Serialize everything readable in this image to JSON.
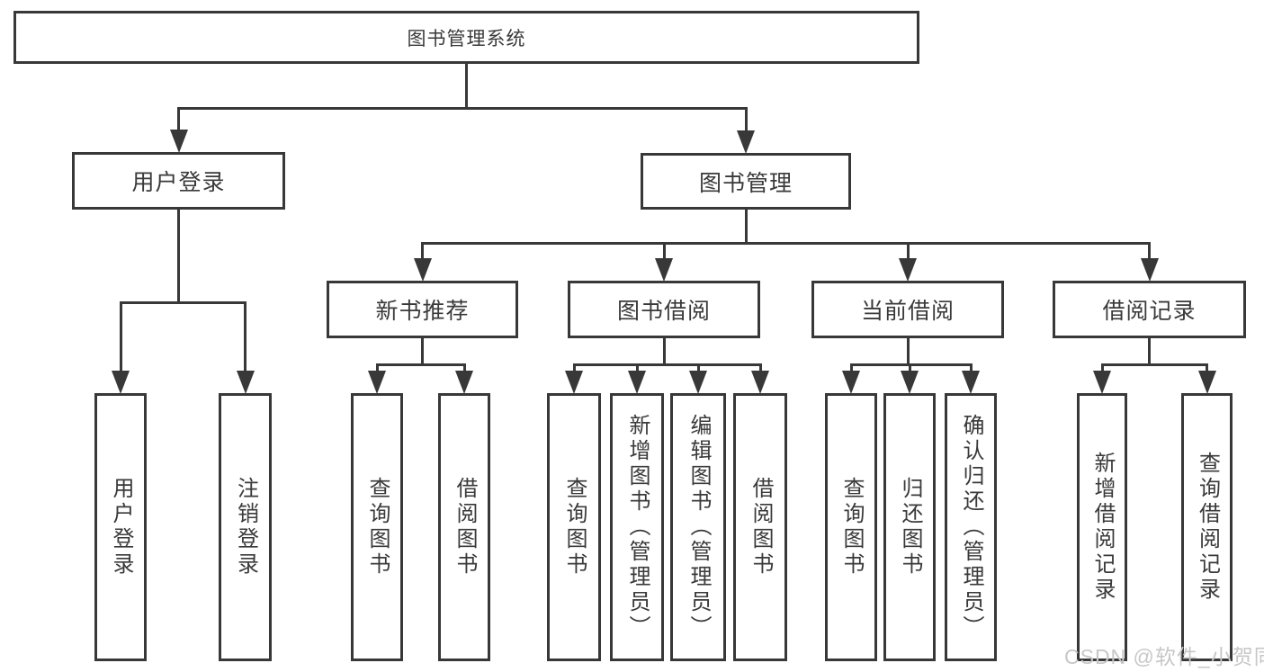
{
  "diagram": {
    "watermark": "CSDN @软件_小贺同学",
    "colors": {
      "line": "#383838",
      "text": "#3a3a3a",
      "background": "#ffffff",
      "watermark": "#c7c7c7"
    },
    "nodes": [
      {
        "id": "root",
        "label": "图书管理系统",
        "parent": null,
        "orientation": "horizontal"
      },
      {
        "id": "user-login",
        "label": "用户登录",
        "parent": "root",
        "orientation": "horizontal"
      },
      {
        "id": "book-mgmt",
        "label": "图书管理",
        "parent": "root",
        "orientation": "horizontal"
      },
      {
        "id": "new-book-recommend",
        "label": "新书推荐",
        "parent": "book-mgmt",
        "orientation": "horizontal"
      },
      {
        "id": "book-borrow",
        "label": "图书借阅",
        "parent": "book-mgmt",
        "orientation": "horizontal"
      },
      {
        "id": "current-borrow",
        "label": "当前借阅",
        "parent": "book-mgmt",
        "orientation": "horizontal"
      },
      {
        "id": "borrow-records",
        "label": "借阅记录",
        "parent": "book-mgmt",
        "orientation": "horizontal"
      },
      {
        "id": "leaf-user-login",
        "label": "用户登录",
        "parent": "user-login",
        "orientation": "vertical"
      },
      {
        "id": "leaf-logout",
        "label": "注销登录",
        "parent": "user-login",
        "orientation": "vertical"
      },
      {
        "id": "leaf-query-book-1",
        "label": "查询图书",
        "parent": "new-book-recommend",
        "orientation": "vertical"
      },
      {
        "id": "leaf-borrow-book-1",
        "label": "借阅图书",
        "parent": "new-book-recommend",
        "orientation": "vertical"
      },
      {
        "id": "leaf-query-book-2",
        "label": "查询图书",
        "parent": "book-borrow",
        "orientation": "vertical"
      },
      {
        "id": "leaf-add-book",
        "label": "新增图书（管理员）",
        "parent": "book-borrow",
        "orientation": "vertical"
      },
      {
        "id": "leaf-edit-book",
        "label": "编辑图书（管理员）",
        "parent": "book-borrow",
        "orientation": "vertical"
      },
      {
        "id": "leaf-borrow-book-2",
        "label": "借阅图书",
        "parent": "book-borrow",
        "orientation": "vertical"
      },
      {
        "id": "leaf-query-book-3",
        "label": "查询图书",
        "parent": "current-borrow",
        "orientation": "vertical"
      },
      {
        "id": "leaf-return-book",
        "label": "归还图书",
        "parent": "current-borrow",
        "orientation": "vertical"
      },
      {
        "id": "leaf-confirm-return",
        "label": "确认归还（管理员）",
        "parent": "current-borrow",
        "orientation": "vertical"
      },
      {
        "id": "leaf-add-borrow-record",
        "label": "新增借阅记录",
        "parent": "borrow-records",
        "orientation": "vertical"
      },
      {
        "id": "leaf-query-borrow-record",
        "label": "查询借阅记录",
        "parent": "borrow-records",
        "orientation": "vertical"
      }
    ]
  }
}
